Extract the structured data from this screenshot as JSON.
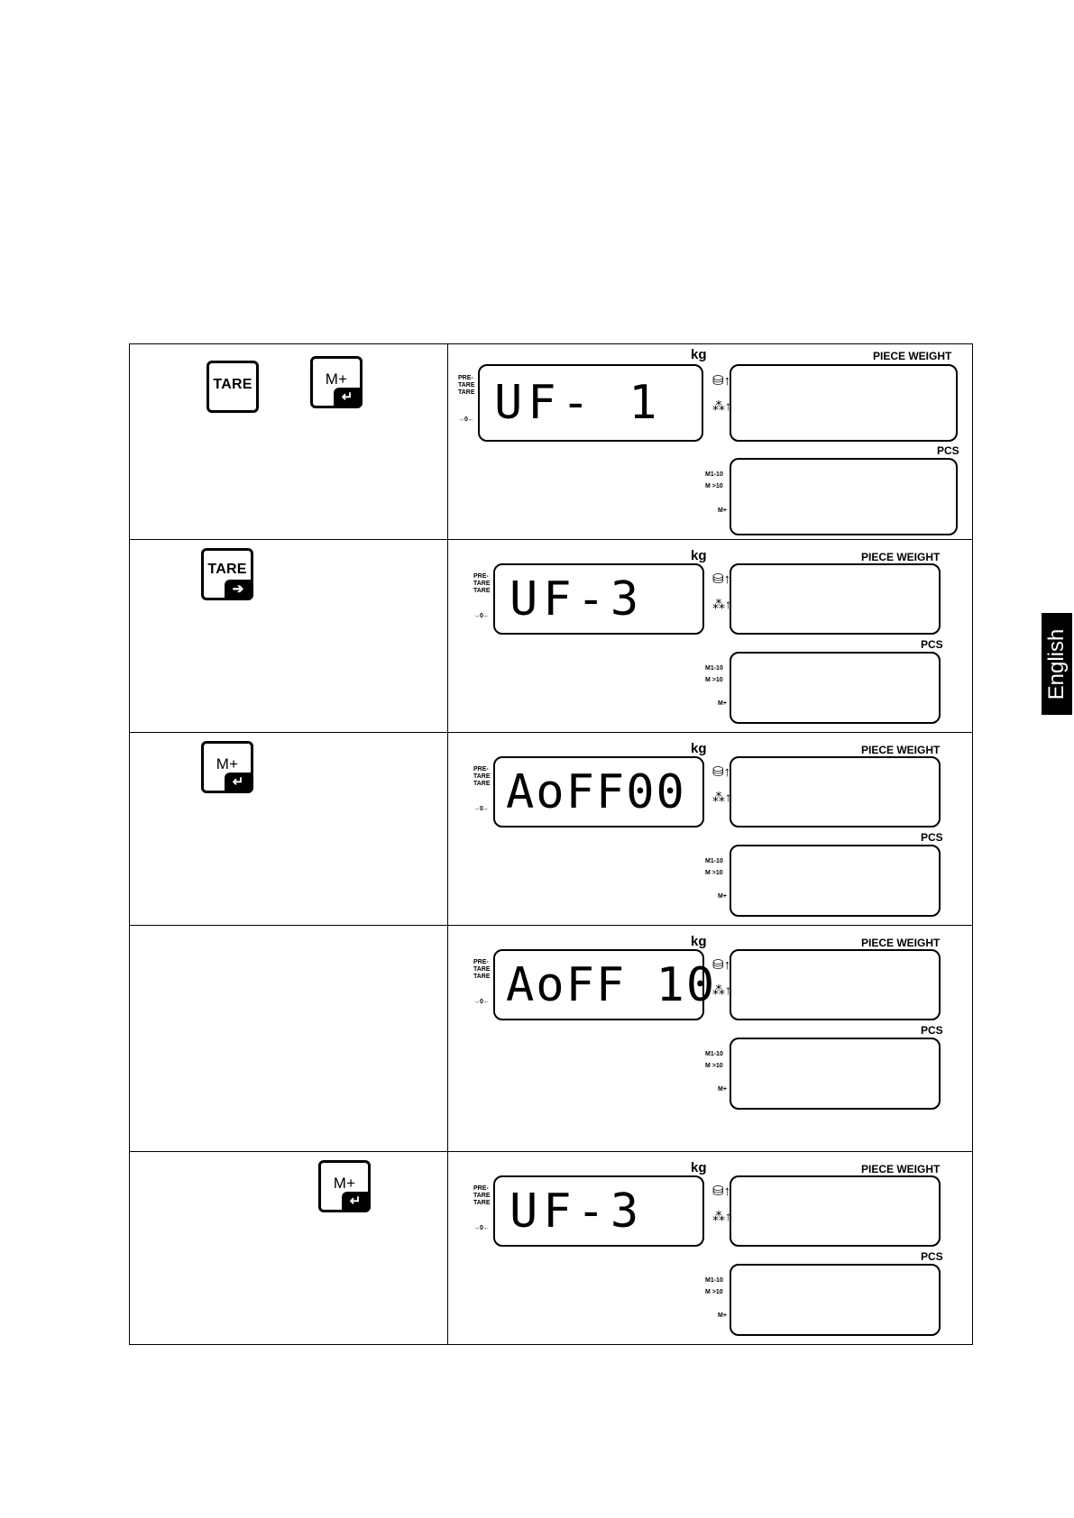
{
  "side_tab": "English",
  "keys": {
    "tare": "TARE",
    "mplus": "M+",
    "enter_glyph": "↵",
    "arrow_glyph": "➔"
  },
  "display_labels": {
    "kg": "kg",
    "piece_weight": "PIECE WEIGHT",
    "pcs": "PCS",
    "pretare": [
      "PRE-",
      "TARE",
      "TARE"
    ],
    "zero": "→0←",
    "m110": "M1-10",
    "mgt10": "M >10",
    "mplus": "M+"
  },
  "rows": [
    {
      "display": "UF- 1"
    },
    {
      "display": "UF-3"
    },
    {
      "display": "AoFF00"
    },
    {
      "display": "AoFF 10"
    },
    {
      "display": "UF-3"
    }
  ]
}
